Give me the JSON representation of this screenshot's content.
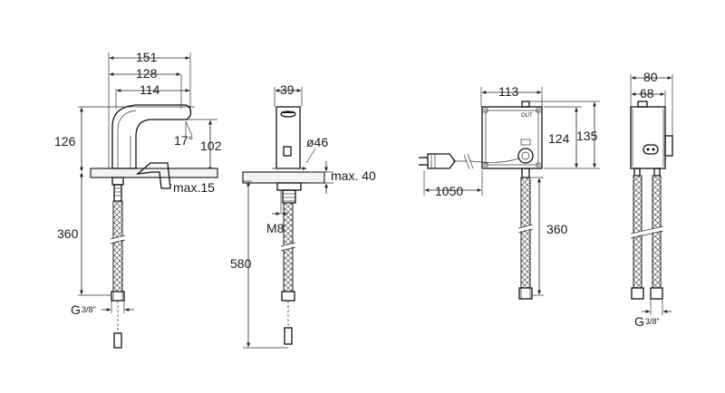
{
  "tap": {
    "width_total": "151",
    "width_mid": "128",
    "width_spout": "114",
    "height_total": "126",
    "spout_height": "102",
    "angle": "17°",
    "max_deck": "max.15",
    "hose_length": "360",
    "thread": "G",
    "thread_fraction": "3/8\""
  },
  "side": {
    "width": "39",
    "hole_diameter": "ø46",
    "max_deck": "max. 40",
    "bolt": "M8",
    "total_length": "580"
  },
  "box": {
    "width": "113",
    "label_out": "OUT",
    "height_inner": "124",
    "height_total": "135",
    "cable_length": "1050",
    "hose_length": "360"
  },
  "box_side": {
    "width_total": "80",
    "width_inner": "68",
    "thread": "G",
    "thread_fraction": "3/8\""
  }
}
